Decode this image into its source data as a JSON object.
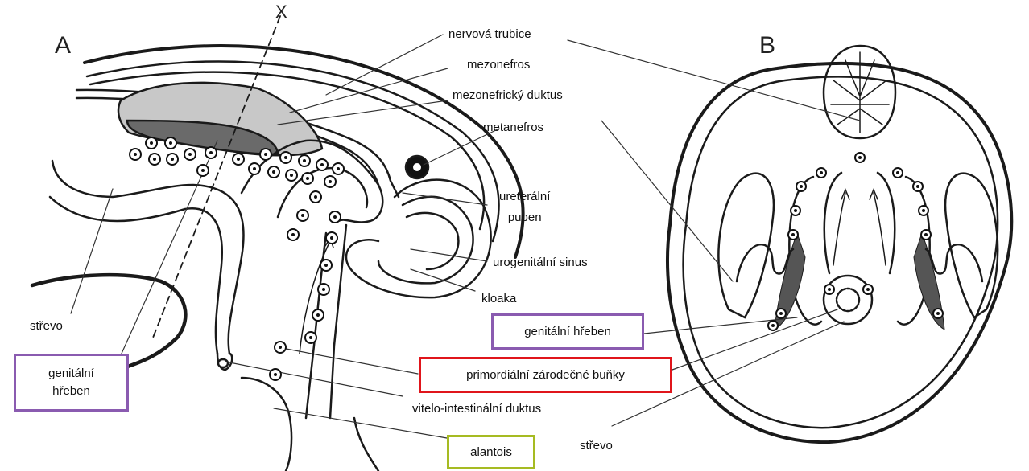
{
  "panels": {
    "a": "A",
    "b": "B",
    "axis": "X"
  },
  "labels": {
    "neural_tube": "nervová trubice",
    "mesonephros": "mezonefros",
    "mesonephric_duct": "mezonefrický duktus",
    "metanephros": "metanefros",
    "ureteric_bud": "ureterální\npupen",
    "urogenital_sinus": "urogenitální sinus",
    "cloaca": "kloaka",
    "gut_a": "střevo",
    "vitelline_duct": "vitelo-intestinální duktus",
    "gut_b": "střevo"
  },
  "boxes": {
    "genital_ridge_a": {
      "text": "genitální\nhřeben",
      "color": "#8a5bb0"
    },
    "genital_ridge_b": {
      "text": "genitální hřeben",
      "color": "#8a5bb0"
    },
    "primordial_cells": {
      "text": "primordiální zárodečné buňky",
      "color": "#e0151b"
    },
    "allantois": {
      "text": "alantois",
      "color": "#a6bb22"
    }
  }
}
